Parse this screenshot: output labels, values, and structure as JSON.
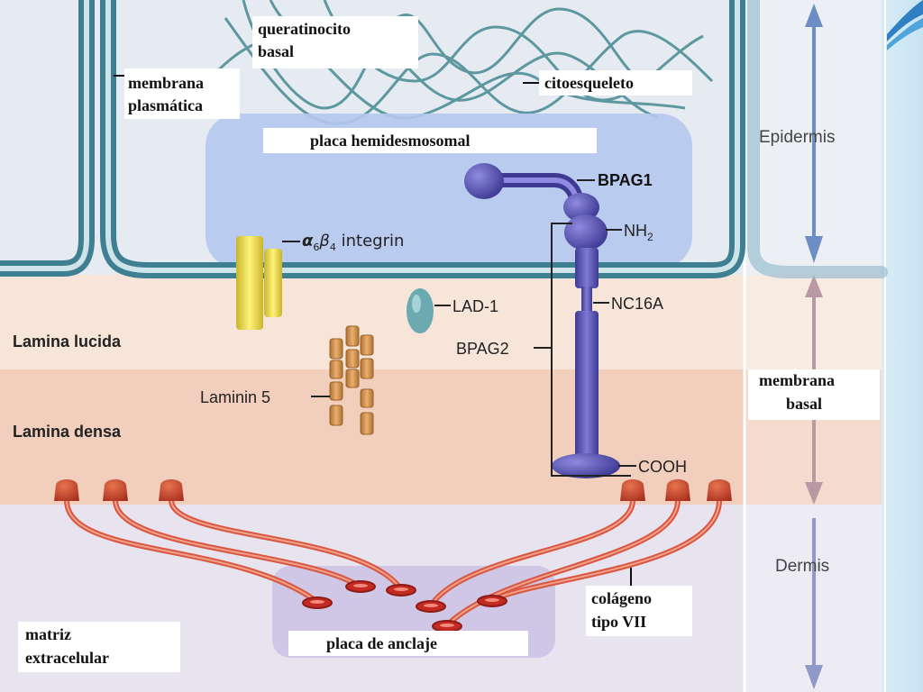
{
  "labels": {
    "queratinocito_l1": "queratinocito",
    "queratinocito_l2": "basal",
    "membrana_plasmatica_l1": "membrana",
    "membrana_plasmatica_l2": "plasmática",
    "citoesqueleto": "citoesqueleto",
    "placa_hemidesmosomal": "placa hemidesmosomal",
    "bpag1": "BPAG1",
    "nh2": "NH",
    "nh2_sub": "2",
    "integrin_alpha": "α",
    "integrin_alpha_sub": "6",
    "integrin_beta": "β",
    "integrin_beta_sub": "4",
    "integrin_text": " integrin",
    "lad1": "LAD-1",
    "nc16a": "NC16A",
    "bpag2": "BPAG2",
    "laminin5": "Laminin 5",
    "cooh": "COOH",
    "lamina_lucida": "Lamina lucida",
    "lamina_densa": "Lamina densa",
    "epidermis": "Epidermis",
    "membrana_basal_l1": "membrana",
    "membrana_basal_l2": "basal",
    "dermis": "Dermis",
    "colageno_l1": "colágeno",
    "colageno_l2": "tipo VII",
    "matriz_l1": "matriz",
    "matriz_l2": "extracelular",
    "placa_anclaje": "placa de anclaje"
  },
  "colors": {
    "epidermis_bg": "#e6ebf2",
    "lucida_bg": "#f6e5d8",
    "densa_bg": "#f2d0bd",
    "dermis_bg": "#e7e4ef",
    "membrane": "#3f7f92",
    "hemidesmosome": "#b4c8ee",
    "bpag": "#5b57b5",
    "integrin": "#f0e047",
    "lad1": "#6aaab0",
    "laminin": "#d49352",
    "collagen": "#d9573f",
    "anchor_plate": "#cdc3e4",
    "side_panel": "#d3e9f4"
  }
}
